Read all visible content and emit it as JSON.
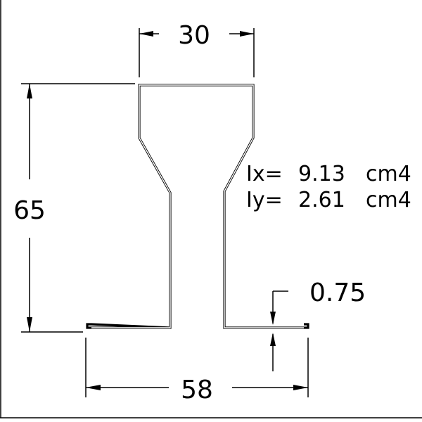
{
  "drawing": {
    "dimensions": {
      "top_width": "30",
      "height": "65",
      "base_width": "58",
      "thickness": "0.75"
    },
    "properties": {
      "ix_label": "Ix=",
      "ix_value": "9.13",
      "ix_unit": "cm4",
      "iy_label": "Iy=",
      "iy_value": "2.61",
      "iy_unit": "cm4"
    },
    "colors": {
      "line": "#000000",
      "background": "#ffffff"
    }
  }
}
